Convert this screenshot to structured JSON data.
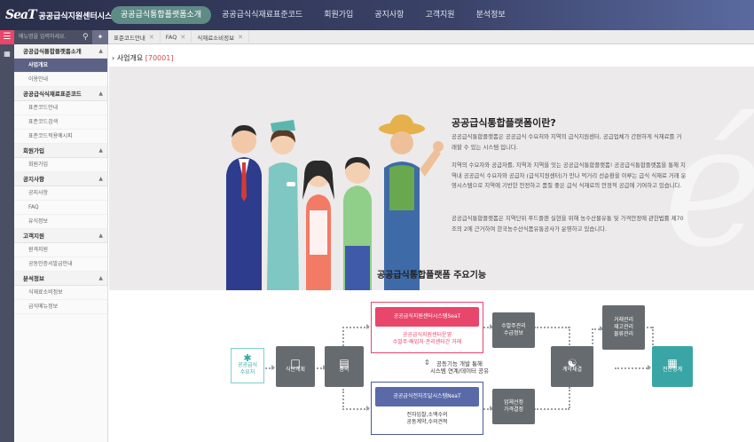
{
  "app": {
    "logo_mark": "SeaT",
    "logo_text": "공공급식지원센터시스템"
  },
  "nav": [
    "공공급식통합플랫폼소개",
    "공공급식식재료표준코드",
    "회원가입",
    "공지사항",
    "고객지원",
    "분석정보"
  ],
  "sidebar_search": {
    "placeholder": "메뉴명을 입력하세요."
  },
  "tabs": [
    "표준코드안내",
    "FAQ",
    "식재료소비정보"
  ],
  "sidebar": [
    {
      "label": "공공급식통합플랫폼소개",
      "items": [
        "사업개요",
        "이용안내"
      ]
    },
    {
      "label": "공공급식식재료표준코드",
      "items": [
        "표준코드안내",
        "표준코드검색",
        "표준코드적용예시피"
      ]
    },
    {
      "label": "회원가입",
      "items": [
        "회원가입"
      ]
    },
    {
      "label": "공지사항",
      "items": [
        "공지사항",
        "FAQ",
        "유식정보"
      ]
    },
    {
      "label": "고객지원",
      "items": [
        "원격지원",
        "공동인증서발급안내"
      ]
    },
    {
      "label": "분석정보",
      "items": [
        "식재료소비정보",
        "급식메뉴정보"
      ]
    }
  ],
  "selected_item": "사업개요",
  "breadcrumb": {
    "title": "사업개요",
    "code": "[70001]"
  },
  "hero": {
    "title": "공공급식통합플랫폼이란?",
    "paragraphs": [
      "공공급식통합플랫폼은 공공급식 수요처와 지역의 급식지원센터, 공급업체가 간편하게 식재료를 거래할 수 있는 시스템 입니다.",
      "지역의 수요자와 공급자를, 지역과 지역을 잇는 공공급식통합플랫폼! 공공급식통합플랫폼을 통해 지역내 공공급식 수요자와 공급자 (급식지원센터)가 만나 먹거리 선순환을 이루는 급식 식재료 거래 운영시스템으로 지역에 기반한 안전하고 품질 좋은 급식 식재료의 안정적 공급에 기여하고 있습니다.",
      "공공급식통합플랫폼은 지역단위 푸드플랜 실현을 위해 농수산물유통 및 가격안정에 관한법률 제70조의 2에 근거하여 한국농수산식품유통공사가 운영하고 있습니다."
    ]
  },
  "features": {
    "title": "공공급식통합플랫폼 주요기능",
    "consumer": [
      "공공급식",
      "수요처"
    ],
    "menu_plan": "식단계획",
    "order": "품의",
    "seat_header": "공공급식지원센터시스템SeaT",
    "seat_desc": [
      "공공급식지원센터운영",
      "수발주·배입처·관리센터간 거래"
    ],
    "middle_note": [
      "공동기능 개발 통해",
      "시스템 연계/데이터 공유"
    ],
    "neat_header": "공공급식전자조달시스템NeaT",
    "neat_desc": [
      "전자입찰,소액수의",
      "공동계약,수의견적"
    ],
    "order_mgmt": [
      "수발주관리",
      "수급정보"
    ],
    "select_supplier": [
      "업체선정",
      "가격결정"
    ],
    "contract": "계약체결",
    "transaction": [
      "거래관리",
      "재고관리",
      "물류관리"
    ],
    "settlement": "전산정계"
  },
  "colors": {
    "accent": "#e8466a",
    "nav_active": "#5f8b86",
    "header_dark": "#2a2f4a",
    "teal": "#3aa5a5"
  }
}
